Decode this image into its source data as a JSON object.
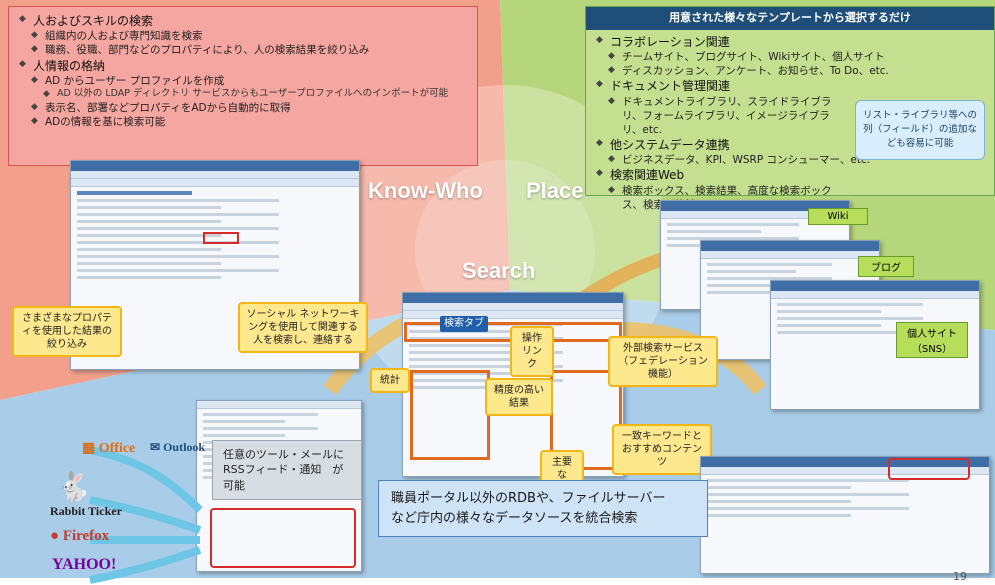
{
  "red_box": {
    "items": [
      {
        "level": 1,
        "text": "人およびスキルの検索"
      },
      {
        "level": 2,
        "text": "組織内の人および専門知識を検索"
      },
      {
        "level": 2,
        "text": "職務、役職、部門などのプロパティにより、人の検索結果を絞り込み"
      },
      {
        "level": 1,
        "text": "人情報の格納"
      },
      {
        "level": 2,
        "text": "AD からユーザー プロファイルを作成"
      },
      {
        "level": 3,
        "text": "AD 以外の LDAP ディレクトリ サービスからもユーザープロファイルへのインポートが可能"
      },
      {
        "level": 2,
        "text": "表示名、部署などプロパティをADから自動的に取得"
      },
      {
        "level": 2,
        "text": "ADの情報を基に検索可能"
      }
    ]
  },
  "green_box": {
    "header": "用意された様々なテンプレートから選択するだけ",
    "items": [
      {
        "level": 1,
        "text": "コラボレーション関連"
      },
      {
        "level": 2,
        "text": "チームサイト、ブログサイト、Wikiサイト、個人サイト"
      },
      {
        "level": 2,
        "text": "ディスカッション、アンケート、お知らせ、To Do、etc."
      },
      {
        "level": 1,
        "text": "ドキュメント管理関連"
      },
      {
        "level": 2,
        "text": "ドキュメントライブラリ、スライドライブラリ、フォームライブラリ、イメージライブラリ、etc."
      },
      {
        "level": 1,
        "text": "他システムデータ連携"
      },
      {
        "level": 2,
        "text": "ビジネスデータ、KPI、WSRP コンシューマー、etc."
      },
      {
        "level": 1,
        "text": "検索関連Web"
      },
      {
        "level": 2,
        "text": "検索ボックス、検索結果、高度な検索ボックス、検索の統計、etc."
      }
    ]
  },
  "callout_list": "リスト・ライブラリ等への列（フィールド）の追加なども容易に可能",
  "segments": {
    "know_who": "Know-Who",
    "place": "Place",
    "search": "Search"
  },
  "left_callouts": {
    "property_filter": "さまざまなプロパティを使用した結果の絞り込み",
    "social": "ソーシャル ネットワーキングを使用して関連する人を検索し、連絡する"
  },
  "place_labels": {
    "wiki": "Wiki",
    "blog": "ブログ",
    "personal": "個人サイト\n（SNS）"
  },
  "search_labels": {
    "search_tab": "検索タブ",
    "operation_link": "操作\nリンク",
    "external_search": "外部検索サービス\n（フェデレーション機能）",
    "stats": "統計",
    "relevant_results": "精度の高い\n結果",
    "keyword_match": "一致キーワードと\nおすすめコンテンツ",
    "main_results": "主要な\n検索結果"
  },
  "rss_note": "任意のツール・メールに\nRSSフィード・通知　が可能",
  "integration_note": "職員ポータル以外のRDBや、ファイルサーバー\nなど庁内の様々なデータソースを統合検索",
  "clients": {
    "office": "Office",
    "outlook": "Outlook",
    "rabbit_ticker": "Rabbit Ticker",
    "firefox": "Firefox",
    "yahoo": "YAHOO!"
  },
  "page_number": "19",
  "colors": {
    "red_segment": "#f2a08c",
    "green_segment": "#a9cf6a",
    "blue_segment": "#9cc3e6",
    "callout_yellow": "#fde88e",
    "highlight_orange": "#e06a1f"
  }
}
